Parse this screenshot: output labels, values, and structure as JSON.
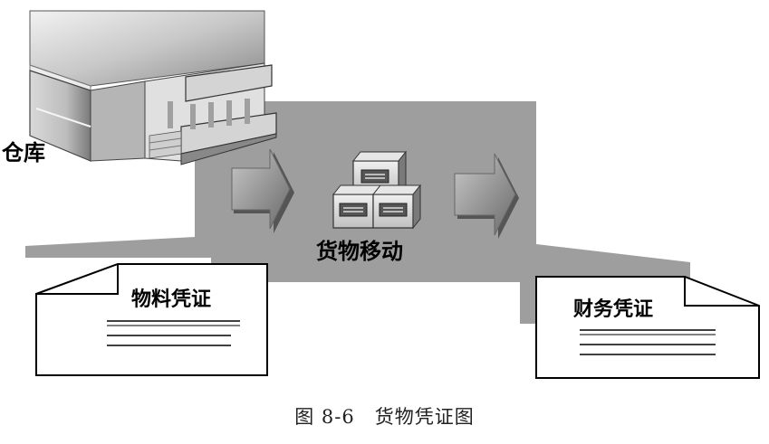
{
  "labels": {
    "warehouse": "仓库",
    "goods_movement": "货物移动",
    "material_document": "物料凭证",
    "financial_document": "财务凭证"
  },
  "caption": "图 8-6　货物凭证图"
}
